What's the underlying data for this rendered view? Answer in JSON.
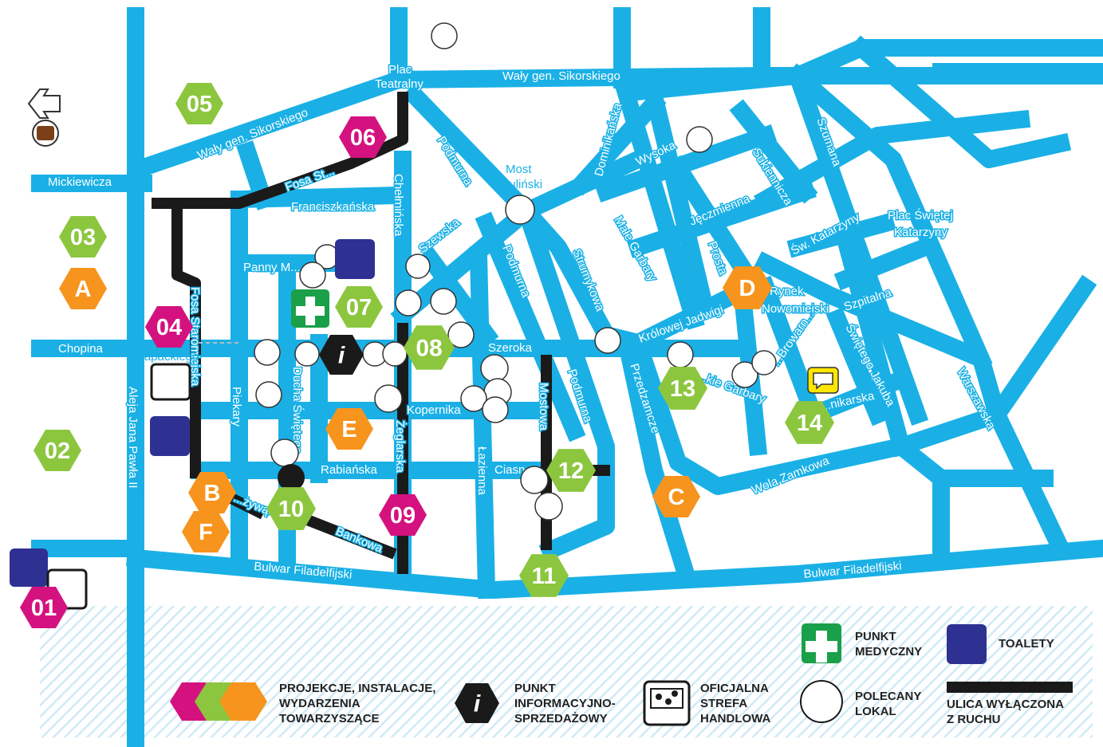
{
  "colors": {
    "road": "#1ab0e6",
    "closed_road": "#1a1a1a",
    "event_magenta": "#d4127f",
    "event_green": "#8cc63f",
    "event_orange": "#f7941d",
    "medical_green": "#1aa049",
    "toilet_navy": "#2e3192",
    "river_hatch": "#cfeaf6"
  },
  "streets": {
    "waly_top": "Wały gen. Sikorskiego",
    "waly_left": "Wały gen. Sikorskiego",
    "plac_teatralny_1": "Plac",
    "plac_teatralny_2": "Teatralny",
    "mickiewicza": "Mickiewicza",
    "chopina": "Chopina",
    "franciszkanska": "Franciszkańska",
    "fosa_staromiejska_top": "Fosa St...",
    "fosa_staromiejska_left": "Fosa Staromiejska",
    "chelminska": "Chełmińska",
    "panny_marii": "Panny M...",
    "piekary": "Piekary",
    "aleja_jana_pawla": "Aleja Jana Pawła II",
    "rapackiego": "Rapackiego",
    "ducha_swietego": "Ducha Świętego",
    "rabianska": "Rabiańska",
    "zeglarska": "Żeglarska",
    "kopernika": "Kopernika",
    "szeroka": "Szeroka",
    "szewska": "Szewska",
    "podmurna_1": "Podmurna",
    "podmurna_2": "Podmurna",
    "podmurna_3": "Podmurna",
    "most_paulinski_1": "Most",
    "most_paulinski_2": "Pauliński",
    "dominikanska": "Dominikańska",
    "wysoka": "Wysoka",
    "strumykowa": "Strumykowa",
    "male_garbary": "Małe Garbary",
    "jeczmienna": "Jęczmienna",
    "sukiennicza": "Sukiennicza",
    "szumana": "Szumana",
    "plac_sw_katarzyny_1": "Plac Świętej",
    "plac_sw_katarzyny_2": "Katarzyny",
    "sw_katarzyny": "Św. Katarzyny",
    "prosta": "Prosta",
    "rynek_1": "Rynek",
    "rynek_2": "Nowomiejski",
    "krolowej_jadwigi": "Królowej Jadwigi",
    "szpitalna": "Szpitalna",
    "swietego_jakuba": "Świętego Jakuba",
    "przedzamcze": "Przedzamcze",
    "wielkie_garbary": "...kie Garbary",
    "browarna": "...Browarn...",
    "dominikanska_2": "...nikarska",
    "warszawska": "Warszawska",
    "wola_zamkowa": "Wola Zamkowa",
    "mostowa": "Mostowa",
    "lazienna": "Łazienna",
    "ciasna": "Ciasn...",
    "bankowa": "Bankowa",
    "zywa": "...żywą",
    "bulwar_left": "Bulwar Filadelfijski",
    "bulwar_right": "Bulwar Filadelfijski"
  },
  "markers": {
    "m01": "01",
    "m02": "02",
    "m03": "03",
    "m04": "04",
    "m05": "05",
    "m06": "06",
    "m07": "07",
    "m08": "08",
    "m09": "09",
    "m10": "10",
    "m11": "11",
    "m12": "12",
    "m13": "13",
    "m14": "14",
    "mA": "A",
    "mB": "B",
    "mC": "C",
    "mD": "D",
    "mE": "E",
    "mF": "F"
  },
  "info_symbol": "i",
  "legend": {
    "events": [
      "PROJEKCJE, INSTALACJE,",
      "WYDARZENIA",
      "TOWARZYSZĄCE"
    ],
    "info": [
      "PUNKT",
      "INFORMACYJNO-",
      "SPRZEDAŻOWY"
    ],
    "shop": [
      "OFICJALNA",
      "STREFA",
      "HANDLOWA"
    ],
    "medical": [
      "PUNKT",
      "MEDYCZNY"
    ],
    "venue": [
      "POLECANY",
      "LOKAL"
    ],
    "toilets": "TOALETY",
    "closed": [
      "ULICA WYŁĄCZONA",
      "Z RUCHU"
    ]
  }
}
